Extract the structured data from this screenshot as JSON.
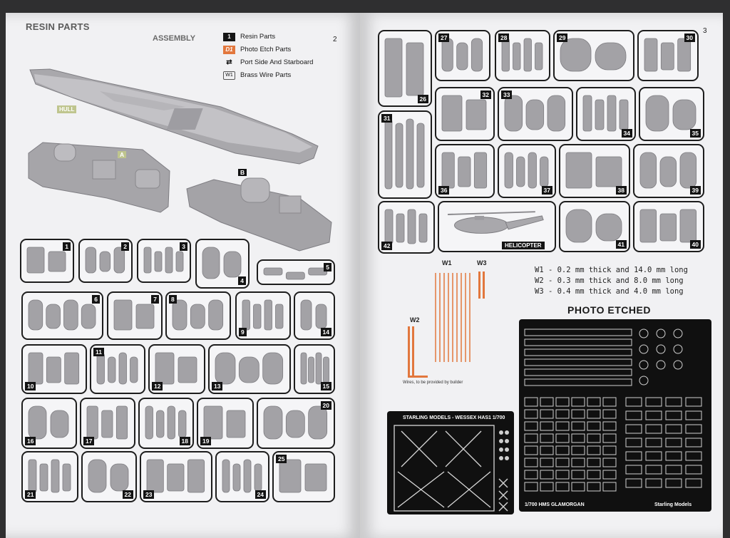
{
  "left_page": {
    "title": "RESIN PARTS",
    "subtitle": "ASSEMBLY",
    "page_number": "2",
    "hull_label": "HULL",
    "section_a": "A",
    "section_b": "B",
    "legend": [
      {
        "key": "1",
        "label": "Resin Parts"
      },
      {
        "key": "D1",
        "label": "Photo Etch Parts"
      },
      {
        "key": "⇄",
        "label": "Port Side And Starboard"
      },
      {
        "key": "W1",
        "label": "Brass Wire Parts"
      }
    ],
    "parts": [
      "1",
      "2",
      "3",
      "4",
      "5",
      "6",
      "7",
      "8",
      "9",
      "14",
      "10",
      "11",
      "12",
      "13",
      "15",
      "16",
      "17",
      "18",
      "19",
      "20",
      "21",
      "22",
      "23",
      "24",
      "25"
    ]
  },
  "right_page": {
    "page_number": "3",
    "parts": [
      "26",
      "27",
      "28",
      "29",
      "30",
      "31",
      "32",
      "33",
      "34",
      "35",
      "36",
      "37",
      "38",
      "39",
      "42",
      "41",
      "40"
    ],
    "helicopter_label": "HELICOPTER",
    "wire_labels": [
      "W1",
      "W2",
      "W3"
    ],
    "wire_specs": [
      "W1 - 0.2 mm thick and 14.0 mm long",
      "W2 - 0.3 mm thick and 8.0 mm long",
      "W3 - 0.4 mm thick and 4.0 mm long"
    ],
    "wire_note": "Wires, to be provided by builder",
    "photo_etched_title": "PHOTO ETCHED",
    "pe_small_caption": "STARLING MODELS - WESSEX HAS1 1/700",
    "pe_large_caption": "1/700 HMS GLAMORGAN",
    "pe_brand": "Starling Models"
  },
  "colors": {
    "paper": "#f1f1f3",
    "resin_gray": "#9d9ca0",
    "box_border": "#1d1d1d",
    "pe_orange": "#e2773d",
    "hull_tag": "#bfc58e",
    "background": "#2f2f30"
  }
}
